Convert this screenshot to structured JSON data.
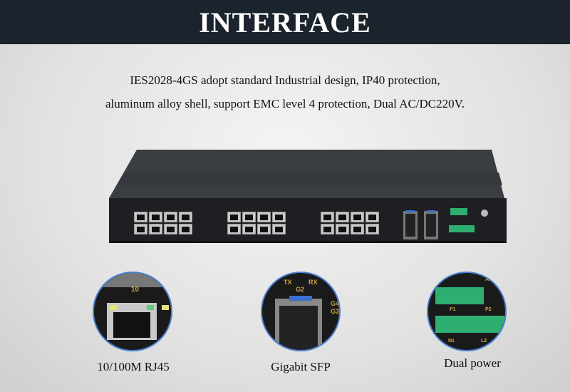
{
  "header": {
    "title": "INTERFACE"
  },
  "description": {
    "line1": "IES2028-4GS adopt standard Industrial design, IP40 protection,",
    "line2": "aluminum alloy shell, support EMC level 4 protection, Dual AC/DC220V."
  },
  "features": [
    {
      "caption": "10/100M RJ45",
      "port_label": "10"
    },
    {
      "caption": "Gigabit SFP",
      "labels": [
        "TX",
        "RX",
        "G2",
        "G4",
        "G3"
      ]
    },
    {
      "caption": "Dual power",
      "labels": [
        "ALARM",
        "P1",
        "P2",
        "N1",
        "L2"
      ]
    }
  ],
  "colors": {
    "header": "#1b232d",
    "accent": "#4a7fd0",
    "terminal": "#2fae72"
  }
}
